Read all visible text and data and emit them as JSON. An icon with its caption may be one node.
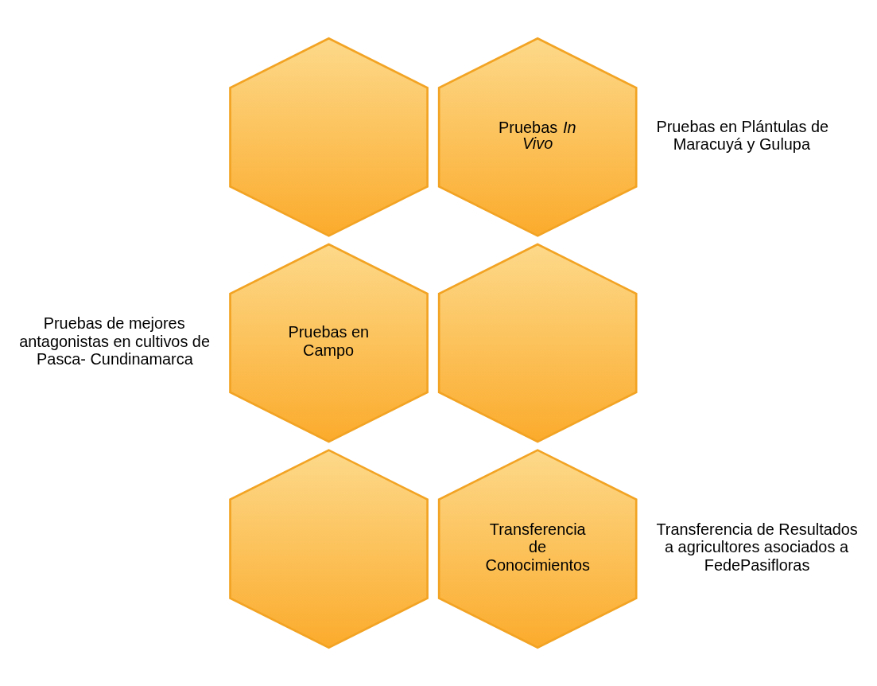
{
  "diagram": {
    "nodes": [
      {
        "text": [],
        "shape": "hexagon"
      },
      {
        "text": [
          "Pruebas *In Vivo*"
        ],
        "beside": [
          "Pruebas en Plántulas de Maracuyá y Gulupa"
        ]
      },
      {
        "text": [
          "Pruebas en Campo"
        ],
        "beside": [
          "Pruebas de mejores antagonistas en cultivos de Pasca- Cundinamarca"
        ]
      },
      {
        "text": [],
        "shape": "hexagon"
      },
      {
        "text": [],
        "shape": "hexagon"
      },
      {
        "text": [
          "Transferencia de Conocimientos"
        ],
        "beside": [
          "Transferencia de Resultados a agricultores asociados a FedePasifloras"
        ]
      }
    ],
    "edges": []
  }
}
